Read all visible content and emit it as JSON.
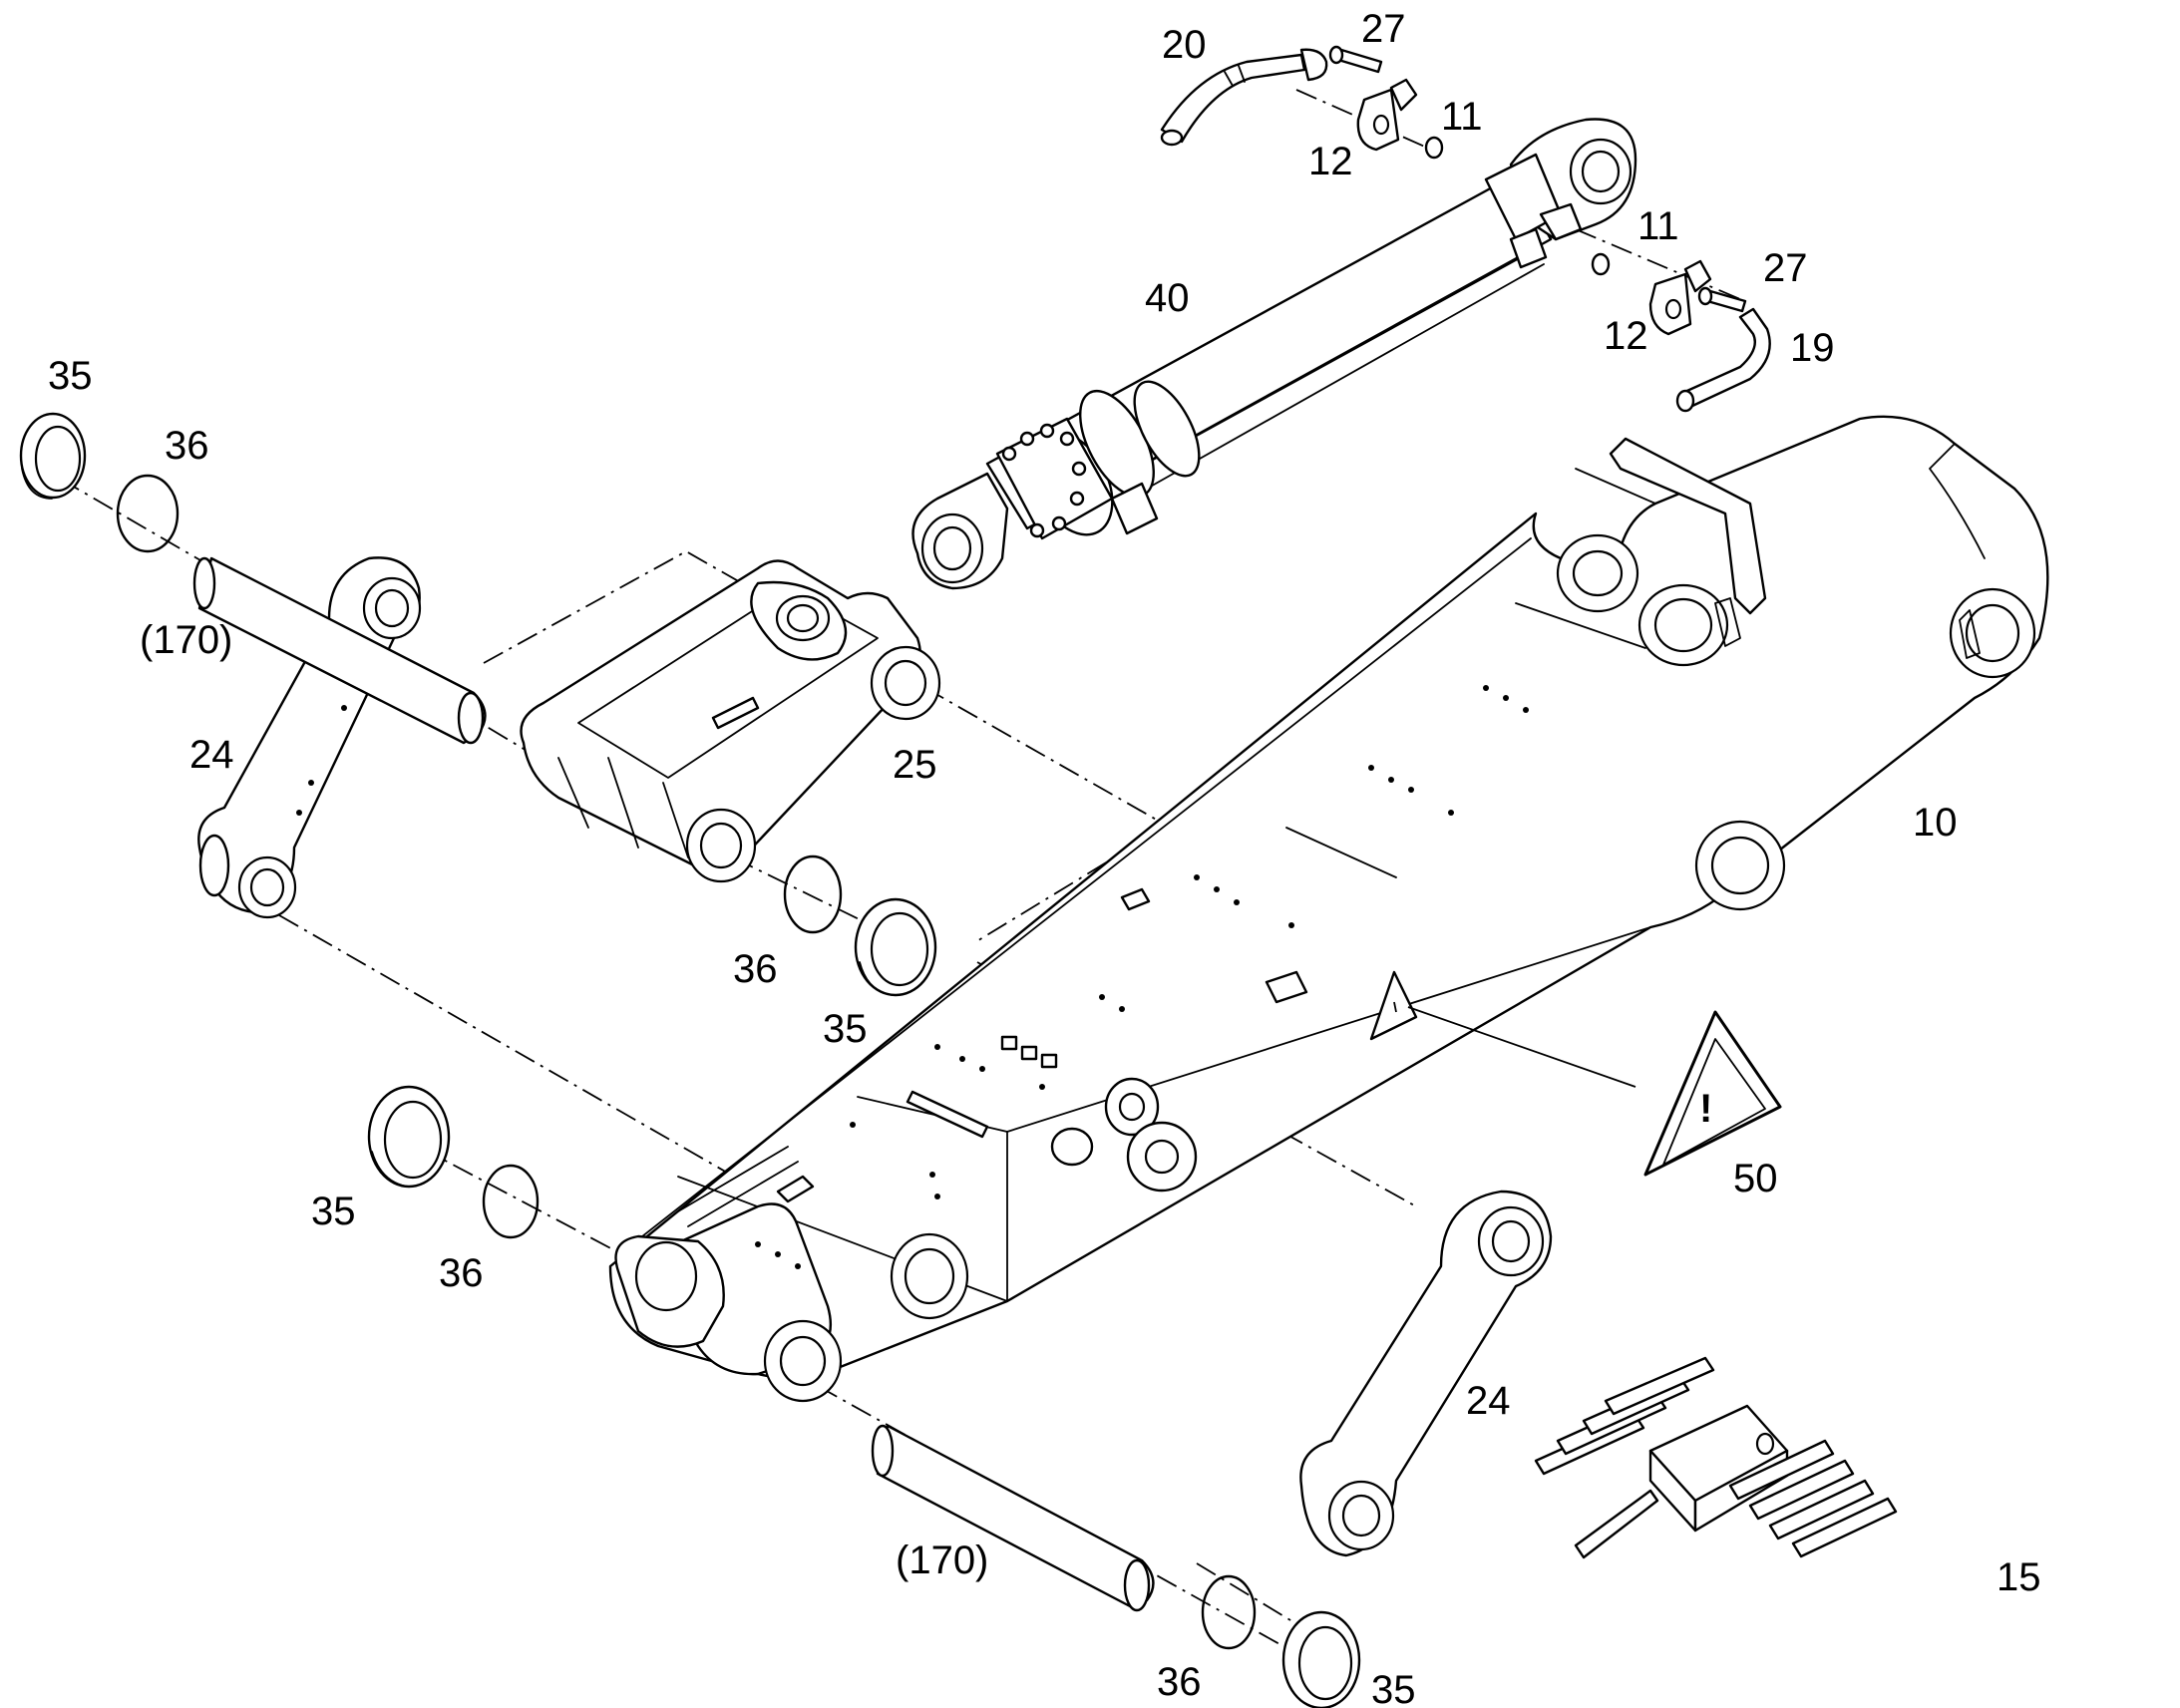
{
  "callouts": [
    {
      "id": "c-20",
      "label": "20"
    },
    {
      "id": "c-27a",
      "label": "27"
    },
    {
      "id": "c-11a",
      "label": "11"
    },
    {
      "id": "c-12a",
      "label": "12"
    },
    {
      "id": "c-40",
      "label": "40"
    },
    {
      "id": "c-11b",
      "label": "11"
    },
    {
      "id": "c-27b",
      "label": "27"
    },
    {
      "id": "c-12b",
      "label": "12"
    },
    {
      "id": "c-19",
      "label": "19"
    },
    {
      "id": "c-35a",
      "label": "35"
    },
    {
      "id": "c-36a",
      "label": "36"
    },
    {
      "id": "c-170a",
      "label": "(170)"
    },
    {
      "id": "c-24a",
      "label": "24"
    },
    {
      "id": "c-25",
      "label": "25"
    },
    {
      "id": "c-10",
      "label": "10"
    },
    {
      "id": "c-36b",
      "label": "36"
    },
    {
      "id": "c-35b",
      "label": "35"
    },
    {
      "id": "c-50",
      "label": "50"
    },
    {
      "id": "c-35c",
      "label": "35"
    },
    {
      "id": "c-36c",
      "label": "36"
    },
    {
      "id": "c-24b",
      "label": "24"
    },
    {
      "id": "c-15",
      "label": "15"
    },
    {
      "id": "c-170b",
      "label": "(170)"
    },
    {
      "id": "c-36d",
      "label": "36"
    },
    {
      "id": "c-35d",
      "label": "35"
    }
  ],
  "warning_symbol": "!"
}
